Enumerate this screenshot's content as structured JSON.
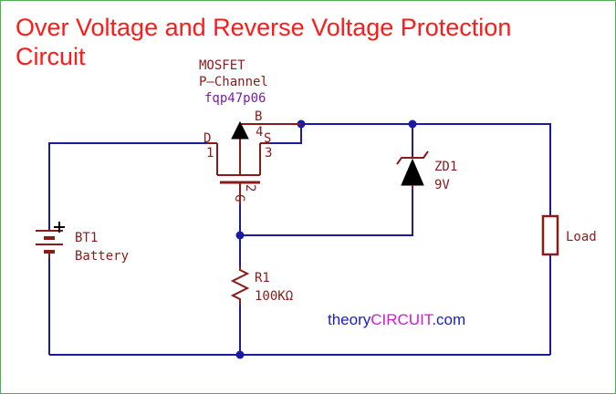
{
  "title": {
    "line1": "Over Voltage and Reverse Voltage Protection",
    "line2": "Circuit"
  },
  "mosfet": {
    "name": "MOSFET",
    "type": "P—Channel",
    "part": "fqp47p06",
    "pin_b": "B",
    "pin_d": "D",
    "pin_1": "1",
    "pin_4": "4",
    "pin_s": "S",
    "pin_3": "3",
    "pin_g": "G",
    "pin_2": "2"
  },
  "battery": {
    "ref": "BT1",
    "value": "Battery",
    "plus": "+"
  },
  "zener": {
    "ref": "ZD1",
    "value": "9V"
  },
  "resistor": {
    "ref": "R1",
    "value": "100KΩ"
  },
  "load": {
    "label": "Load"
  },
  "watermark": {
    "part1": "theory",
    "part2": "CIRCUIT",
    "part3": ".com"
  },
  "colors": {
    "wire": "#1a1aa6",
    "component": "#8b1a1a",
    "title": "#ff1a1a",
    "part_number": "#7a1fa2",
    "watermark_blue": "#1a1ad6",
    "watermark_magenta": "#d11ad1"
  }
}
